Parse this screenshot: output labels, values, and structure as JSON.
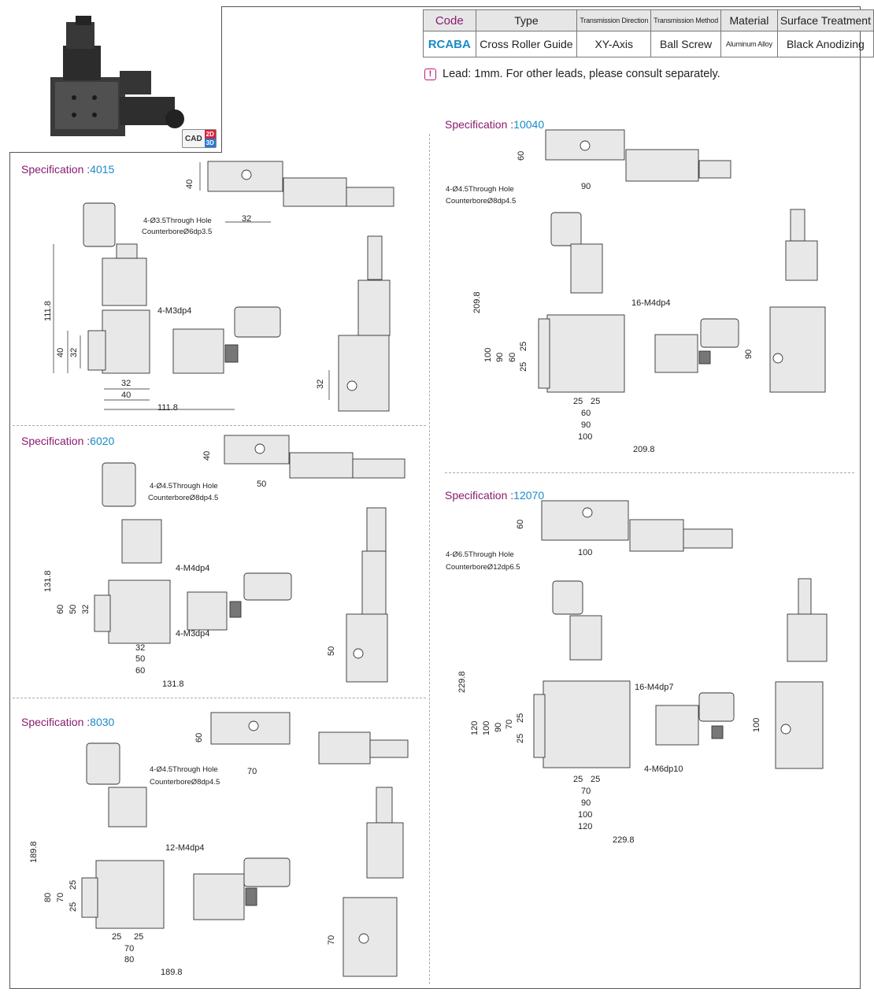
{
  "table": {
    "headers": [
      "Code",
      "Type",
      "Transmission Direction",
      "Transmission Method",
      "Material",
      "Surface Treatment"
    ],
    "row": [
      "RCABA",
      "Cross Roller Guide",
      "XY-Axis",
      "Ball Screw",
      "Aluminum Alloy",
      "Black Anodizing"
    ]
  },
  "note": "Lead: 1mm. For other leads, please consult separately.",
  "cad": {
    "label": "CAD",
    "badge_2d": "2D",
    "badge_3d": "3D"
  },
  "specs": {
    "s4015": {
      "prefix": "Specification :",
      "num": "4015",
      "hole1": "4-Ø3.5Through Hole",
      "hole2": "CounterboreØ6dp3.5",
      "tap": "4-M3dp4",
      "d40": "40",
      "d32": "32",
      "d1118": "111.8"
    },
    "s6020": {
      "prefix": "Specification :",
      "num": "6020",
      "hole1": "4-Ø4.5Through Hole",
      "hole2": "CounterboreØ8dp4.5",
      "tap1": "4-M4dp4",
      "tap2": "4-M3dp4",
      "d40": "40",
      "d50": "50",
      "d60": "60",
      "d32": "32",
      "d1318": "131.8"
    },
    "s8030": {
      "prefix": "Specification :",
      "num": "8030",
      "hole1": "4-Ø4.5Through Hole",
      "hole2": "CounterboreØ8dp4.5",
      "tap": "12-M4dp4",
      "d60": "60",
      "d70": "70",
      "d80": "80",
      "d25": "25",
      "d1898": "189.8"
    },
    "s10040": {
      "prefix": "Specification :",
      "num": "10040",
      "hole1": "4-Ø4.5Through Hole",
      "hole2": "CounterboreØ8dp4.5",
      "tap": "16-M4dp4",
      "d60": "60",
      "d90": "90",
      "d100": "100",
      "d25": "25",
      "d2098": "209.8"
    },
    "s12070": {
      "prefix": "Specification :",
      "num": "12070",
      "hole1": "4-Ø6.5Through Hole",
      "hole2": "CounterboreØ12dp6.5",
      "tap1": "16-M4dp7",
      "tap2": "4-M6dp10",
      "d60": "60",
      "d70": "70",
      "d90": "90",
      "d100": "100",
      "d120": "120",
      "d25": "25",
      "d2298": "229.8"
    }
  },
  "colors": {
    "label": "#8a1b6f",
    "number": "#1a8ac8",
    "code": "#1a8ac8",
    "alert": "#c0187a",
    "part": "#9a9a9a"
  }
}
